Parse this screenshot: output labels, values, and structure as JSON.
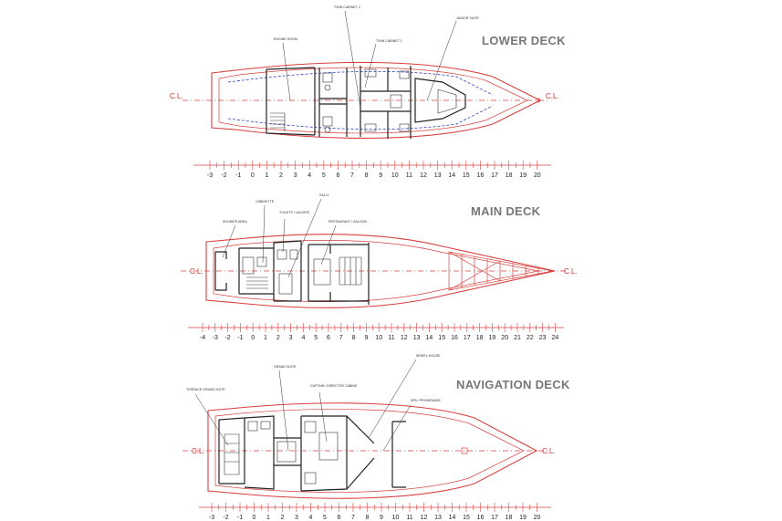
{
  "decks": [
    {
      "id": "lower",
      "title": "LOWER DECK",
      "cl_label": "C.L.",
      "scale_labels": [
        "-3",
        "-2",
        "-1",
        "0",
        "1",
        "2",
        "3",
        "4",
        "5",
        "6",
        "7",
        "8",
        "9",
        "10",
        "11",
        "12",
        "13",
        "14",
        "15",
        "16",
        "17",
        "18",
        "19",
        "20"
      ],
      "rooms": [
        "TWIN CABINET 2",
        "TWIN CABINET 1",
        "JUNIOR SUITE",
        "ENGINE ROOM"
      ]
    },
    {
      "id": "main",
      "title": "MAIN DECK",
      "cl_label": "C.L.",
      "scale_labels": [
        "-4",
        "-3",
        "-2",
        "-1",
        "0",
        "1",
        "2",
        "3",
        "4",
        "5",
        "6",
        "7",
        "8",
        "9",
        "10",
        "11",
        "12",
        "13",
        "14",
        "15",
        "16",
        "17",
        "18",
        "19",
        "20",
        "21",
        "22",
        "23",
        "24"
      ],
      "rooms": [
        "CABINETTE",
        "SALLY",
        "RESTAURANT / SALOON",
        "SHOWER AREA",
        "TOILETS / LAVOIRS"
      ]
    },
    {
      "id": "nav",
      "title": "NAVIGATION DECK",
      "cl_label": "C.L.",
      "scale_labels": [
        "-3",
        "-2",
        "-1",
        "0",
        "1",
        "2",
        "3",
        "4",
        "5",
        "6",
        "7",
        "8",
        "9",
        "10",
        "11",
        "12",
        "13",
        "14",
        "15",
        "16",
        "17",
        "18",
        "19",
        "20"
      ],
      "rooms": [
        "GRAND SUITE",
        "WHEEL HOUSE",
        "TERRACE GRAND SUITE",
        "CAPTAIN / DIRECTOR CABINE",
        "SPA / PROMENADE"
      ]
    }
  ]
}
